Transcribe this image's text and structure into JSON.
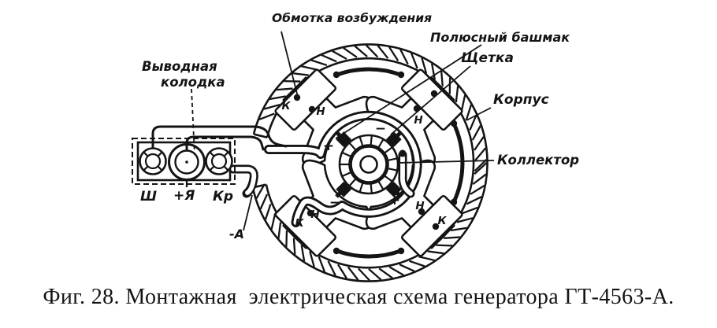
{
  "figure": {
    "caption": "Фиг. 28. Монтажная  электрическая схема генератора ГТ-4563-А."
  },
  "callouts": {
    "field_winding": "Обмотка возбуждения",
    "pole_shoe": "Полюсный башмак",
    "brush": "Щетка",
    "housing": "Корпус",
    "commutator": "Коллектор",
    "terminal_block_line1": "Выводная",
    "terminal_block_line2": "колодка",
    "ground_terminal": "-А"
  },
  "terminals": {
    "shunt": "Ш",
    "armature": "+Я",
    "kr": "Кр"
  },
  "winding_marks": {
    "start": "Н",
    "end": "К"
  },
  "polarity": {
    "plus": "+",
    "minus": "−"
  },
  "colors": {
    "ink": "#141414",
    "paper": "#ffffff"
  }
}
